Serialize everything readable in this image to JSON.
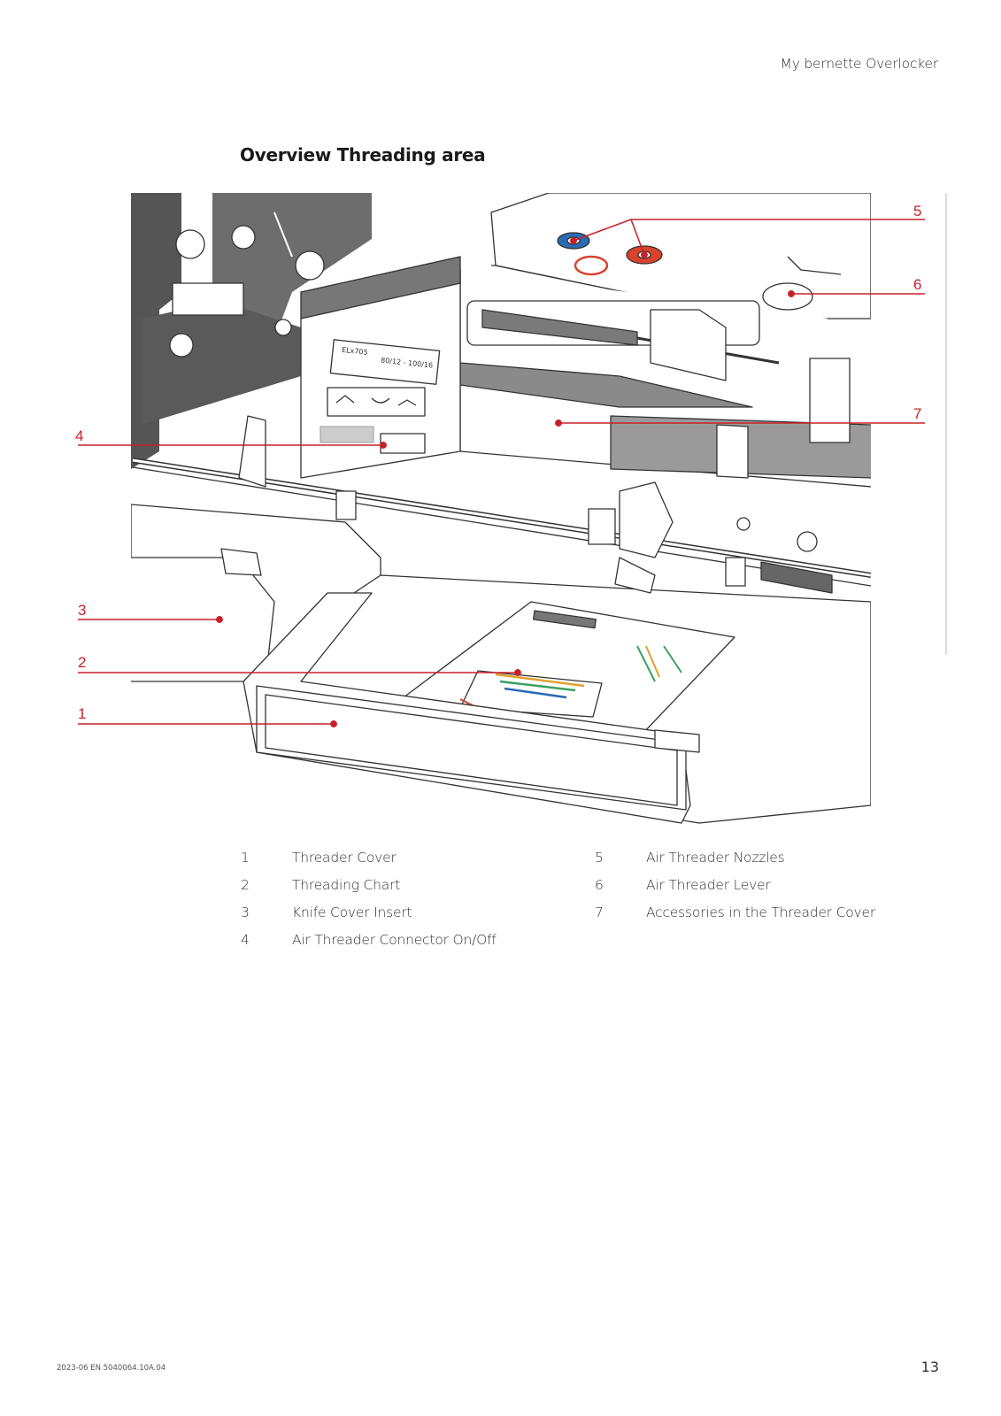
{
  "header": {
    "title": "My bernette Overlocker"
  },
  "section": {
    "title": "Overview Threading area"
  },
  "figure": {
    "callouts": [
      "1",
      "2",
      "3",
      "4",
      "5",
      "6",
      "7"
    ],
    "labels": {
      "needle_box_model": "ELx705",
      "needle_box_size": "80/12 - 100/16"
    }
  },
  "legend": {
    "left": [
      {
        "num": "1",
        "text": "Threader Cover"
      },
      {
        "num": "2",
        "text": "Threading Chart"
      },
      {
        "num": "3",
        "text": "Knife Cover Insert"
      },
      {
        "num": "4",
        "text": "Air Threader Connector On/Off"
      }
    ],
    "right": [
      {
        "num": "5",
        "text": "Air Threader Nozzles"
      },
      {
        "num": "6",
        "text": "Air Threader Lever"
      },
      {
        "num": "7",
        "text": "Accessories in the Threader Cover"
      }
    ]
  },
  "footer": {
    "code": "2023-06 EN 5040064.10A.04",
    "page": "13"
  },
  "colors": {
    "callout": "#c8202a",
    "machine_dark": "#555555",
    "machine_gray": "#9a9a9a",
    "line": "#333333"
  }
}
